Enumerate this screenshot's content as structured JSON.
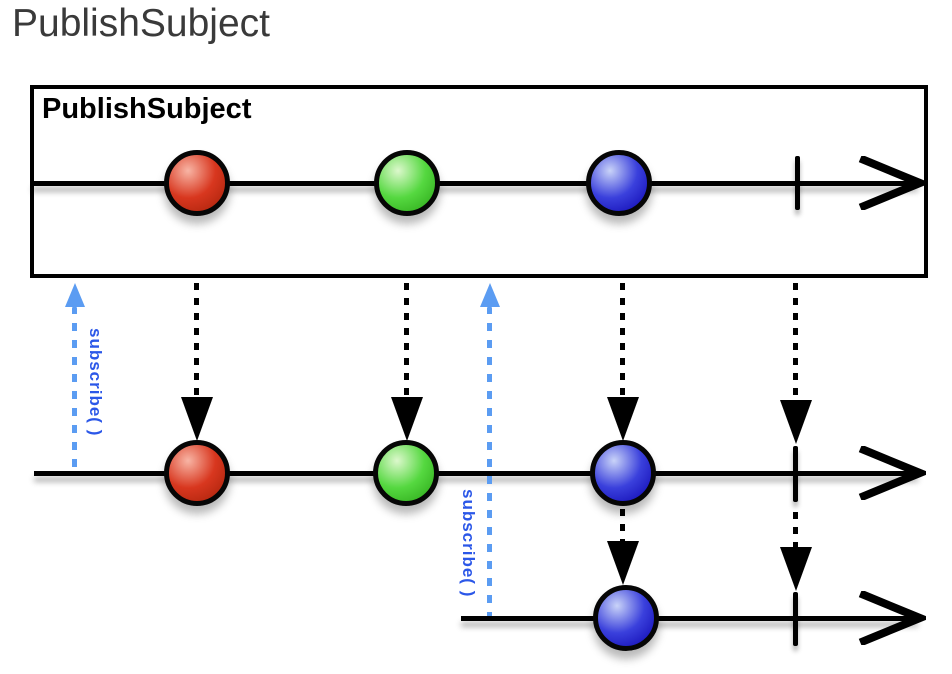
{
  "page_title": "PublishSubject",
  "diagram": {
    "box_label": "PublishSubject",
    "subscribe_labels": [
      "subscribe( )",
      "subscribe( )"
    ],
    "colors": {
      "title_text": "#3a3a3a",
      "marble_red": "#d8371f",
      "marble_red_light": "#f8b5a5",
      "marble_red_dark": "#b4270f",
      "marble_green": "#55d840",
      "marble_green_light": "#dcf8cc",
      "marble_green_dark": "#36b422",
      "marble_blue": "#3a40dc",
      "marble_blue_light": "#c9d3f8",
      "marble_blue_dark": "#1a16bc",
      "subscribe_line": "#5b9cf2",
      "subscribe_text": "#2b57e8",
      "stroke": "#000000"
    },
    "source_timeline": {
      "events": [
        "red",
        "green",
        "blue",
        "complete"
      ]
    },
    "subscriber1_timeline": {
      "events": [
        "red",
        "green",
        "blue",
        "complete"
      ]
    },
    "subscriber2_timeline": {
      "events": [
        "blue",
        "complete"
      ]
    }
  }
}
